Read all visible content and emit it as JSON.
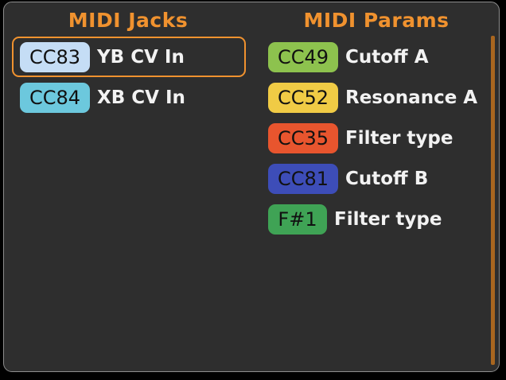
{
  "panel": {
    "background_color": "#2e2e2e",
    "border_color": "#8d8d8d",
    "accent_color": "#f0922f"
  },
  "columns": {
    "jacks": {
      "title": "MIDI Jacks",
      "rows": [
        {
          "badge": "CC83",
          "label": "YB CV In",
          "badge_color": "#c5ddf5",
          "selected": true
        },
        {
          "badge": "CC84",
          "label": "XB CV In",
          "badge_color": "#6cc8dd",
          "selected": false
        }
      ]
    },
    "params": {
      "title": "MIDI Params",
      "rows": [
        {
          "badge": "CC49",
          "label": "Cutoff A",
          "badge_color": "#8dc24e",
          "selected": false
        },
        {
          "badge": "CC52",
          "label": "Resonance A",
          "badge_color": "#f0cb45",
          "selected": false
        },
        {
          "badge": "CC35",
          "label": "Filter type",
          "badge_color": "#e8552e",
          "selected": false
        },
        {
          "badge": "CC81",
          "label": "Cutoff B",
          "badge_color": "#3d4db8",
          "selected": false
        },
        {
          "badge": "F#1",
          "label": "Filter type",
          "badge_color": "#3fa355",
          "selected": false
        }
      ]
    }
  },
  "scrollbar": {
    "name": "params-scrollbar",
    "color": "#a9661f"
  }
}
